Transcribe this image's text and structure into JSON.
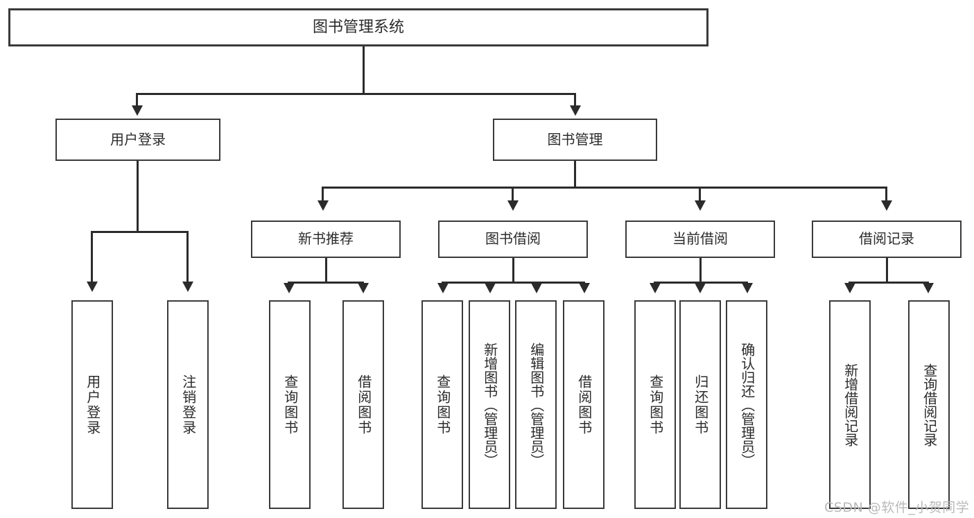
{
  "diagram": {
    "type": "tree-hierarchy",
    "title": "图书管理系统",
    "watermark": "CSDN @软件_小贺同学",
    "colors": {
      "box_border": "#3a3a3a",
      "connector": "#2b2b2b",
      "text": "#2b2b2b",
      "background": "#ffffff",
      "watermark": "#b9b9b9"
    },
    "root": {
      "label": "图书管理系统",
      "children": [
        {
          "label": "用户登录",
          "children": [
            {
              "label": "用户登录"
            },
            {
              "label": "注销登录"
            }
          ]
        },
        {
          "label": "图书管理",
          "children": [
            {
              "label": "新书推荐",
              "children": [
                {
                  "label": "查询图书"
                },
                {
                  "label": "借阅图书"
                }
              ]
            },
            {
              "label": "图书借阅",
              "children": [
                {
                  "label": "查询图书"
                },
                {
                  "label": "新增图书（管理员）"
                },
                {
                  "label": "编辑图书（管理员）"
                },
                {
                  "label": "借阅图书"
                }
              ]
            },
            {
              "label": "当前借阅",
              "children": [
                {
                  "label": "查询图书"
                },
                {
                  "label": "归还图书"
                },
                {
                  "label": "确认归还（管理员）"
                }
              ]
            },
            {
              "label": "借阅记录",
              "children": [
                {
                  "label": "新增借阅记录"
                },
                {
                  "label": "查询借阅记录"
                }
              ]
            }
          ]
        }
      ]
    },
    "nodes": {
      "root": "图书管理系统",
      "user_login": "用户登录",
      "book_manage": "图书管理",
      "new_book_rec": "新书推荐",
      "book_borrow": "图书借阅",
      "current_borrow": "当前借阅",
      "borrow_record": "借阅记录",
      "leaf_user_login": "用户登录",
      "leaf_user_logout": "注销登录",
      "leaf_rec_query": "查询图书",
      "leaf_rec_borrow": "借阅图书",
      "leaf_bb_query": "查询图书",
      "leaf_bb_add": "新增图书（管理员）",
      "leaf_bb_edit": "编辑图书（管理员）",
      "leaf_bb_borrow": "借阅图书",
      "leaf_cb_query": "查询图书",
      "leaf_cb_return": "归还图书",
      "leaf_cb_confirm": "确认归还（管理员）",
      "leaf_br_add": "新增借阅记录",
      "leaf_br_query": "查询借阅记录"
    }
  }
}
